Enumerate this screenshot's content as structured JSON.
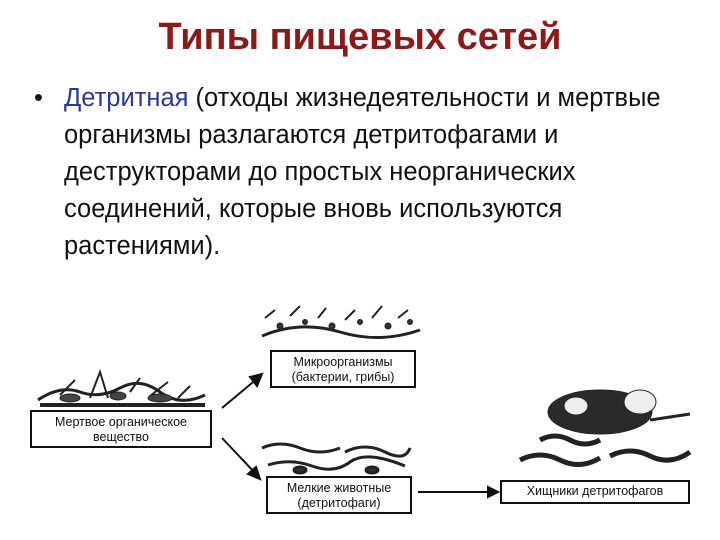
{
  "title": "Типы пищевых сетей",
  "bullet": {
    "marker": "•",
    "term": "Детритная",
    "text": " (отходы жизнедеятельности и мертвые организмы разлагаются детритофагами и деструкторами до простых неорганических соединений, которые вновь используются растениями)."
  },
  "diagram": {
    "dead_matter": [
      "Мертвое органическое",
      "вещество"
    ],
    "microorganisms": [
      "Микроорганизмы",
      "(бактерии, грибы)"
    ],
    "small_animals": [
      "Мелкие животные",
      "(детритофаги)"
    ],
    "predators": [
      "Хищники детритофагов"
    ]
  },
  "colors": {
    "title": "#8b1a1a",
    "term": "#2b3a8c",
    "text": "#111111"
  }
}
